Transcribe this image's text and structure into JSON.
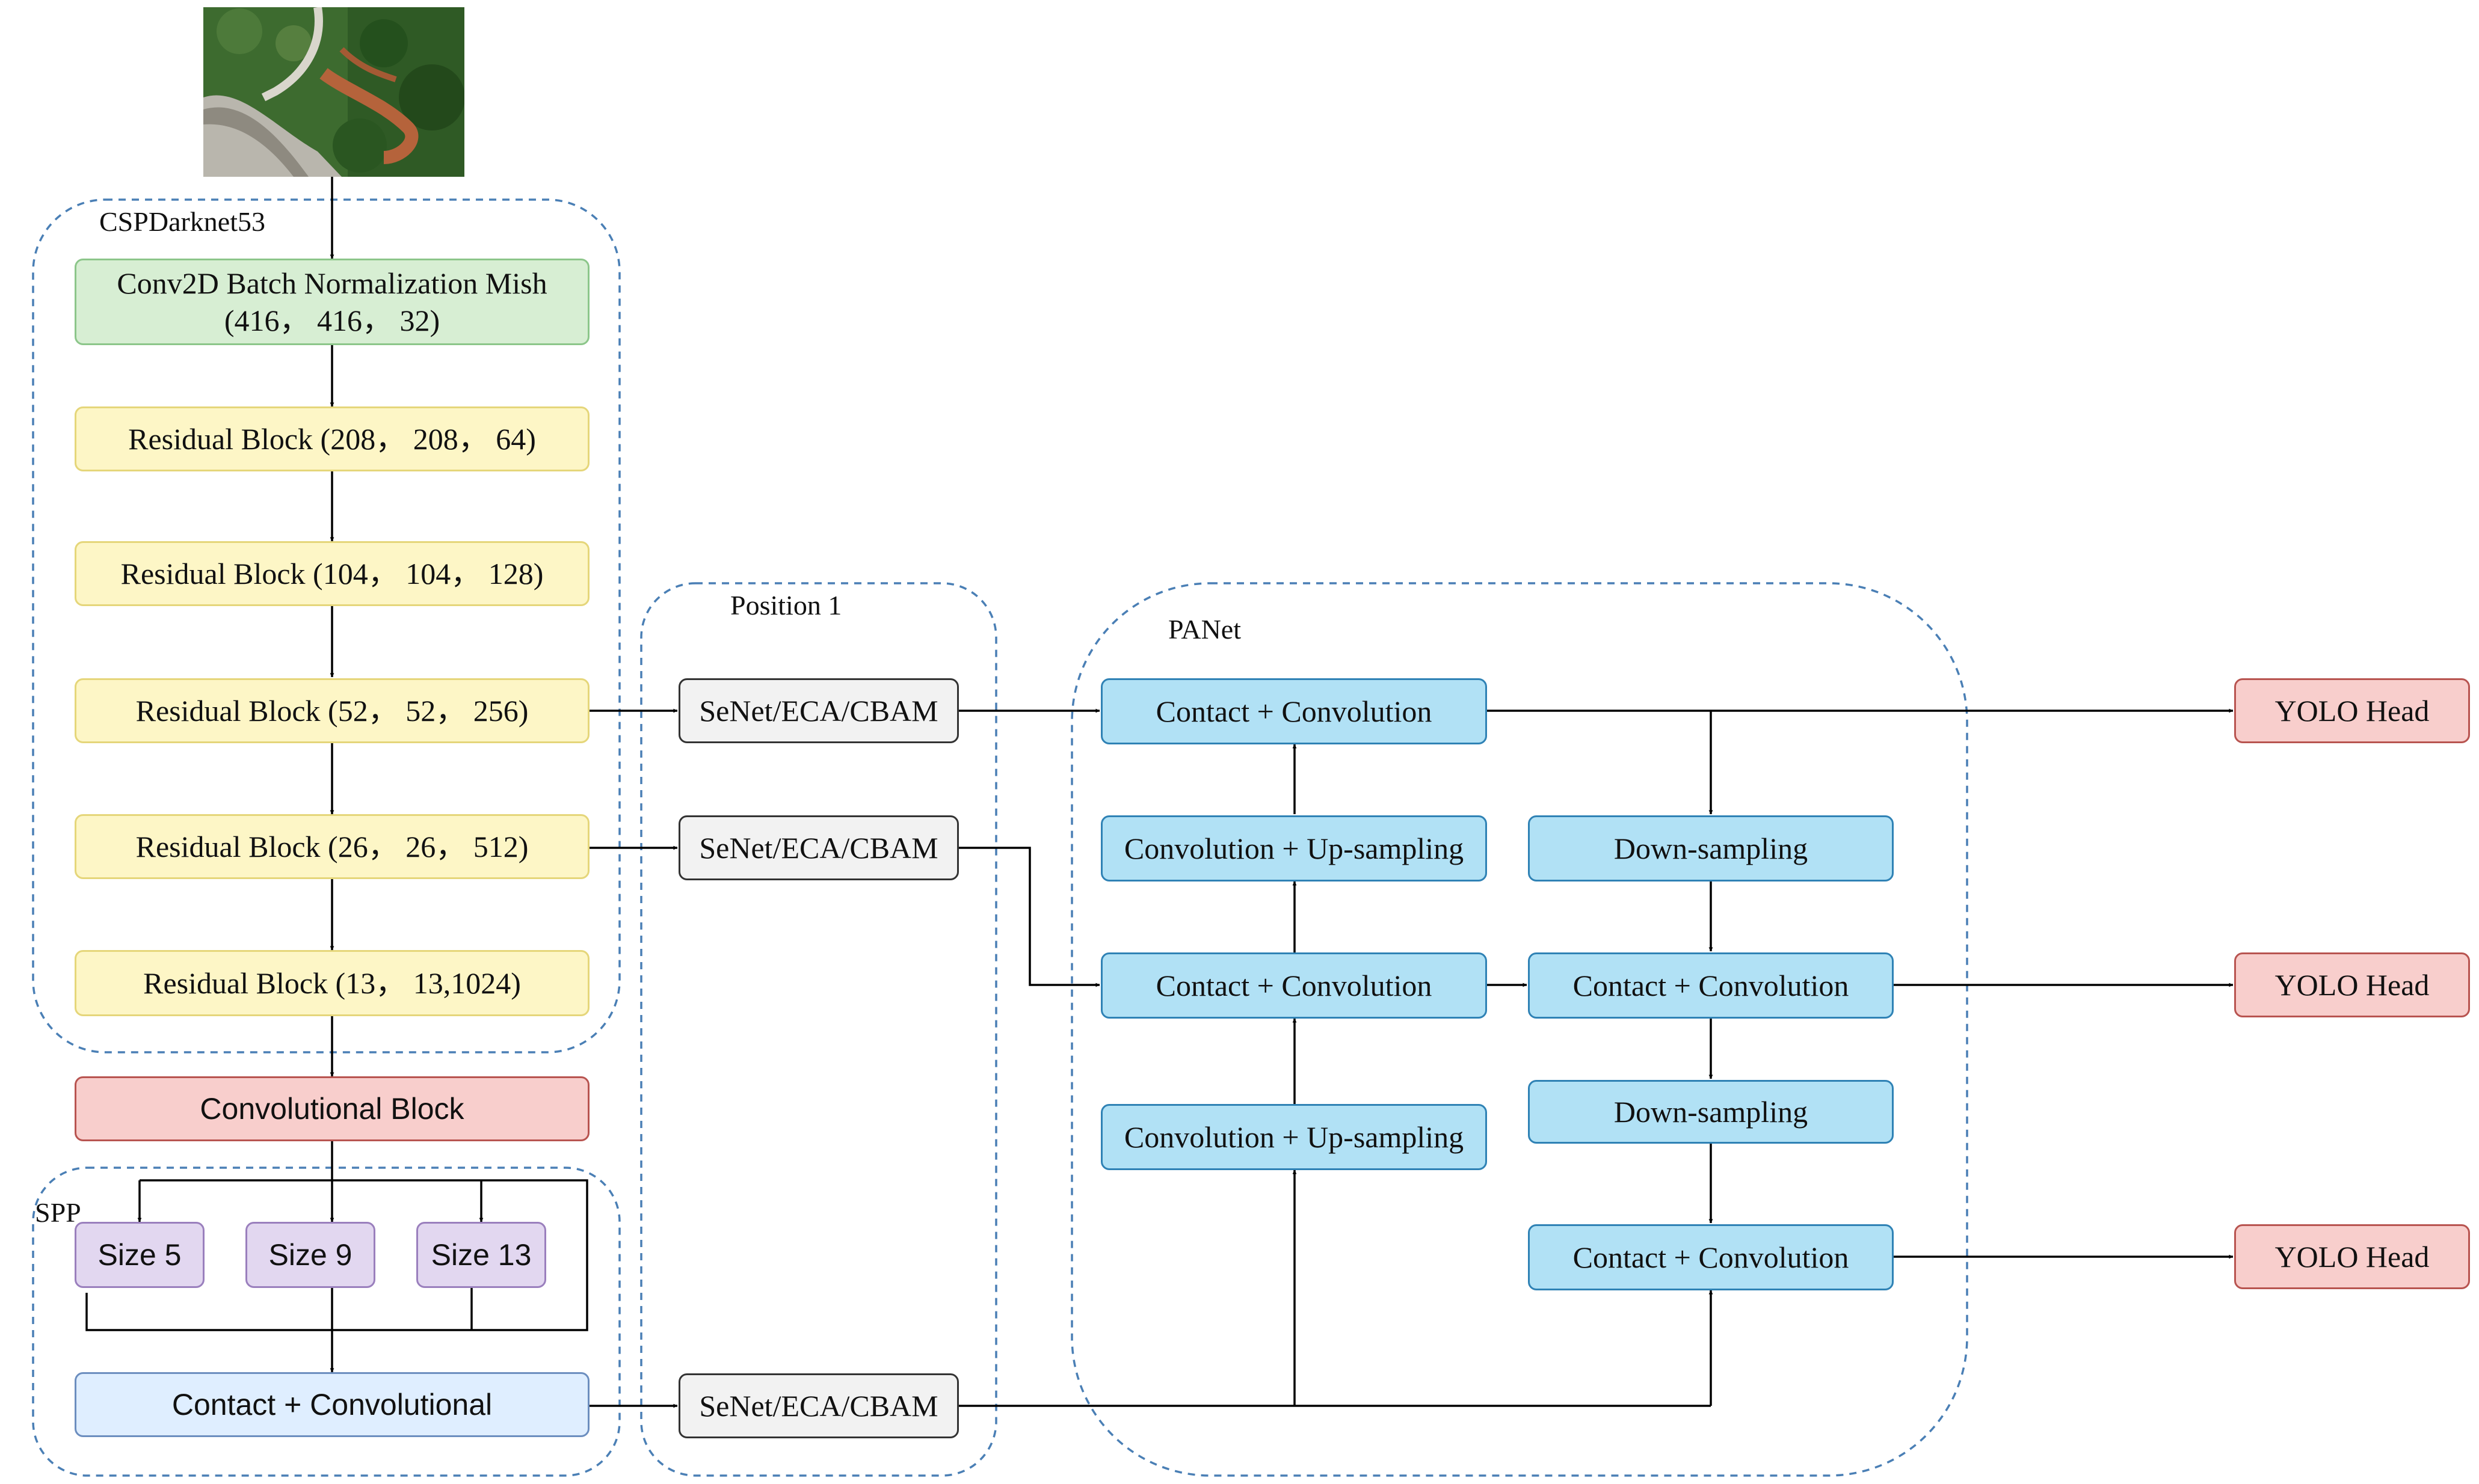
{
  "input_image": {
    "alt": "aerial photo of forest road"
  },
  "groups": {
    "backbone": "CSPDarknet53",
    "position": "Position 1",
    "panet": "PANet",
    "spp": "SPP"
  },
  "backbone": {
    "conv_line1": "Conv2D Batch Normalization Mish",
    "conv_line2": "(416， 416， 32)",
    "residual_1": "Residual Block (208， 208， 64)",
    "residual_2": "Residual Block (104， 104， 128)",
    "residual_3": "Residual Block (52， 52， 256)",
    "residual_4": "Residual Block (26， 26， 512)",
    "residual_5": "Residual Block (13， 13,1024)"
  },
  "conv_block": "Convolutional Block",
  "spp": {
    "size_5": "Size 5",
    "size_9": "Size 9",
    "size_13": "Size 13",
    "contact": "Contact + Convolutional"
  },
  "attention": {
    "top": "SeNet/ECA/CBAM",
    "middle": "SeNet/ECA/CBAM",
    "bottom": "SeNet/ECA/CBAM"
  },
  "panet": {
    "contact_top_left": "Contact + Convolution",
    "upsample_top": "Convolution + Up-sampling",
    "contact_mid_left": "Contact + Convolution",
    "upsample_bottom": "Convolution + Up-sampling",
    "downsample_top": "Down-sampling",
    "contact_mid_right": "Contact + Convolution",
    "downsample_bottom": "Down-sampling",
    "contact_bottom_right": "Contact + Convolution"
  },
  "heads": {
    "head_1": "YOLO Head",
    "head_2": "YOLO Head",
    "head_3": "YOLO Head"
  },
  "colors": {
    "conv_green": "#d7eed3",
    "residual_yellow": "#fdf6c6",
    "head_red": "#f8cecc",
    "panet_cyan": "#b1e1f5",
    "attention_gray": "#f2f2f2",
    "spp_lilac": "#e2d7f0",
    "group_dash": "#4a7fb5"
  }
}
